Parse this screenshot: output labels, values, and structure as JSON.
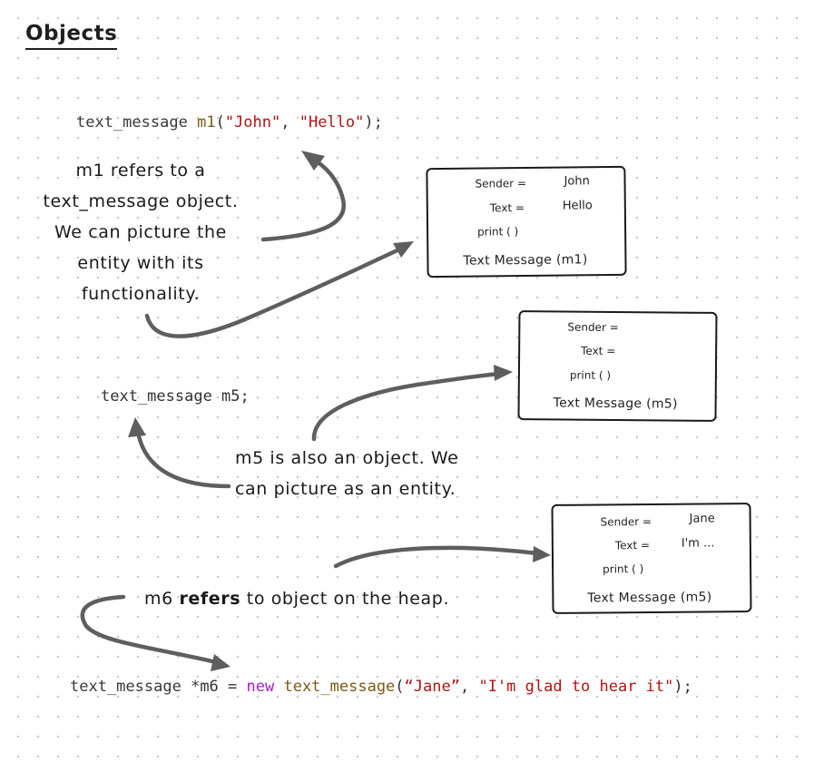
{
  "title": "Objects",
  "code": {
    "m1": {
      "type": "text_message",
      "name": "m1",
      "open": "(",
      "arg1": "\"John\"",
      "sep": ", ",
      "arg2": "\"Hello\"",
      "close": ");"
    },
    "m5": {
      "text": "text_message m5;"
    },
    "m6": {
      "type": "text_message",
      "ptr": "*m6 = ",
      "kw": "new",
      "ctor": "text_message",
      "open": "(",
      "arg1": "“Jane”",
      "sep": ", ",
      "arg2": "\"I'm glad to hear it\"",
      "close": ");"
    }
  },
  "notes": {
    "m1_note": [
      "m1 refers to a",
      "text_message object.",
      "We can picture the",
      "entity with its",
      "functionality."
    ],
    "m5_note": [
      "m5 is also an object. We",
      "can picture as an entity."
    ],
    "m6_note": {
      "pre": "m6 ",
      "bold": "refers",
      "post": " to object on the heap."
    }
  },
  "boxes": [
    {
      "sender_label": "Sender =",
      "sender_value": "John",
      "text_label": "Text =",
      "text_value": "Hello",
      "print_label": "print ( )",
      "caption": "Text Message (m1)"
    },
    {
      "sender_label": "Sender =",
      "sender_value": "",
      "text_label": "Text =",
      "text_value": "",
      "print_label": "print ( )",
      "caption": "Text Message (m5)"
    },
    {
      "sender_label": "Sender =",
      "sender_value": "Jane",
      "text_label": "Text =",
      "text_value": "I'm ...",
      "print_label": "print ( )",
      "caption": "Text Message (m5)"
    }
  ],
  "colors": {
    "ink": "#1a1a1a",
    "arrow": "#5e5e5e",
    "string": "#b01414",
    "function": "#7a5a18",
    "keyword": "#a020d0",
    "dot_grid": "#c9c9c9"
  },
  "icons": [
    "arrow-icon"
  ]
}
